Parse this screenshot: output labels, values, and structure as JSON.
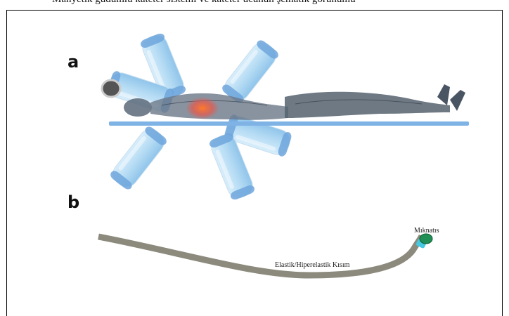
{
  "caption_top": "Manyetik güdümlü kateter sistemi ve kateter ucunun şematik görünümü",
  "panels": {
    "a": "a",
    "b": "b"
  },
  "labels": {
    "magnet": "Mıknatıs",
    "elastic_part": "Elastik/Hiperelastik Kısım"
  },
  "colors": {
    "coil": "#a9d4f0",
    "coil_band": "#5c9ad6",
    "table": "#7fb3e6",
    "body": "#5a6878",
    "catheter": "#8c8a7c",
    "magnet": "#1f8f55",
    "ring": "#46c8e0"
  }
}
